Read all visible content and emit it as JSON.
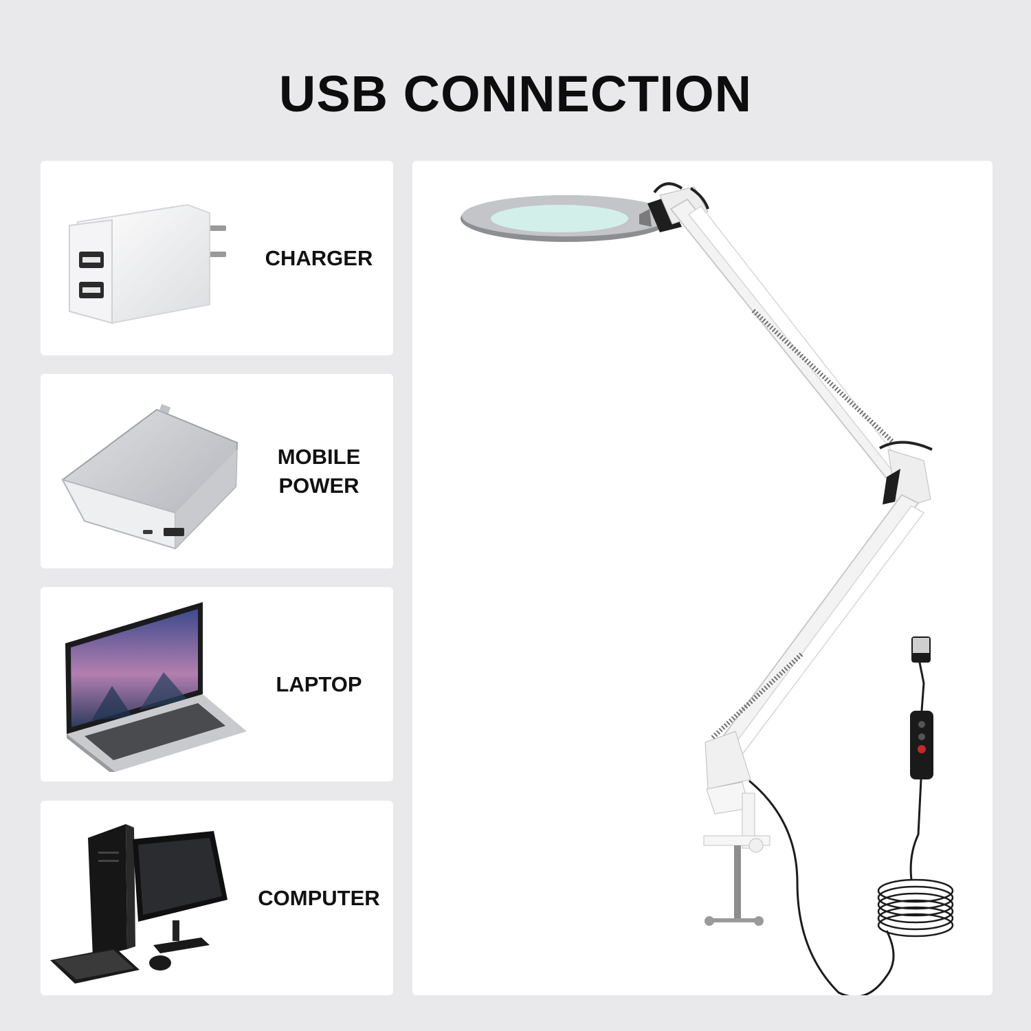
{
  "title": "USB CONNECTION",
  "items": [
    {
      "label_lines": [
        "CHARGER"
      ],
      "icon": "wall-charger-icon"
    },
    {
      "label_lines": [
        "MOBILE",
        "POWER"
      ],
      "icon": "power-bank-icon"
    },
    {
      "label_lines": [
        "LAPTOP"
      ],
      "icon": "laptop-icon"
    },
    {
      "label_lines": [
        "COMPUTER"
      ],
      "icon": "desktop-computer-icon"
    }
  ],
  "product": {
    "icon": "desk-lamp-with-usb-cable-image"
  }
}
